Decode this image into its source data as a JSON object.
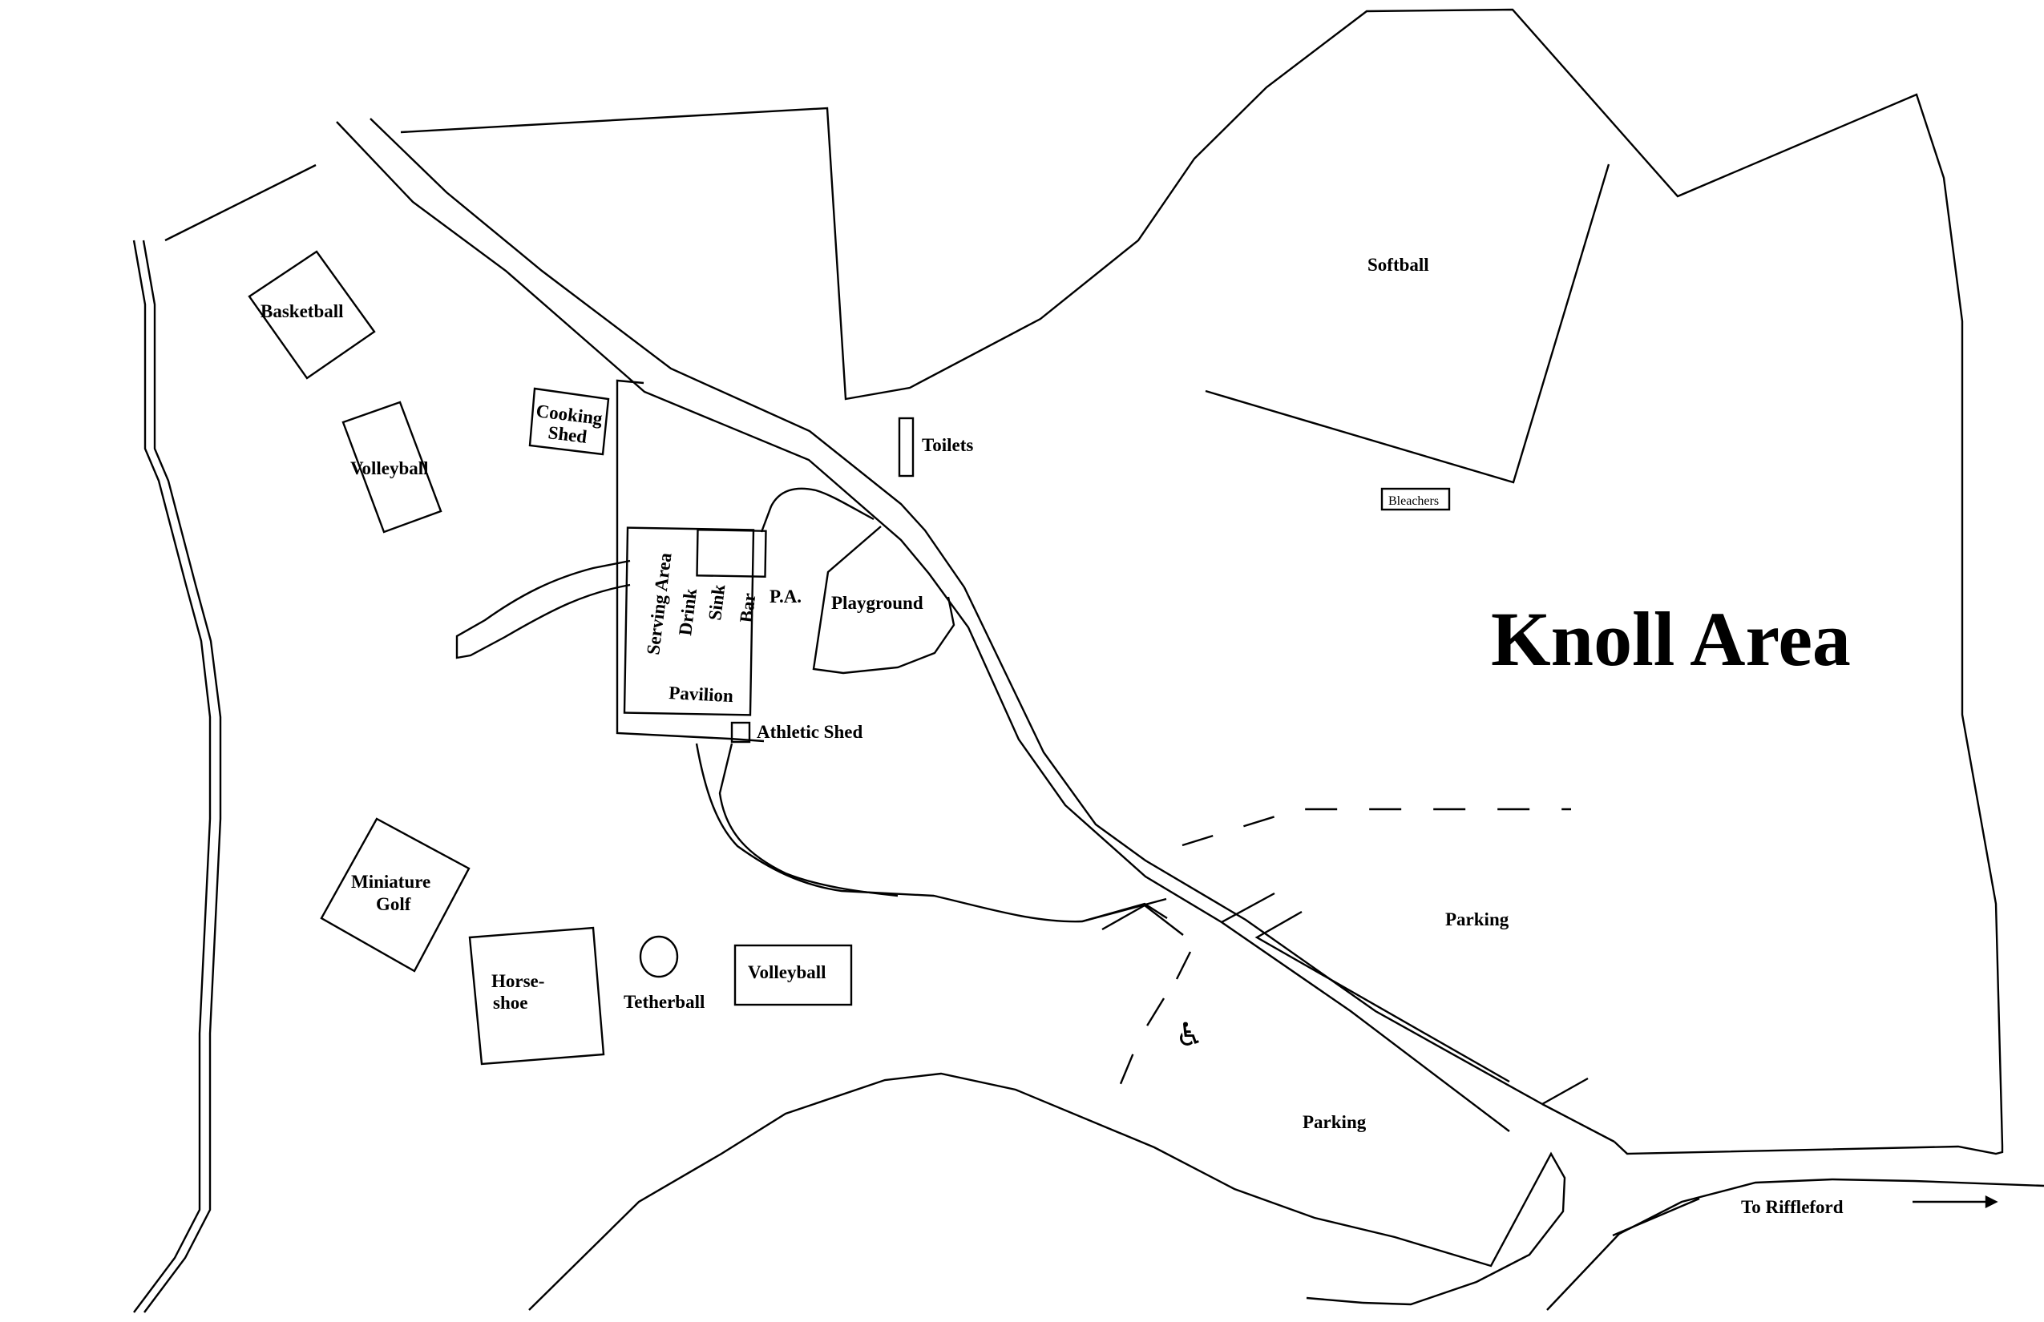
{
  "map": {
    "title": "Knoll Area",
    "labels": {
      "basketball": "Basketball",
      "volleyball_north": "Volleyball",
      "cooking_shed_1": "Cooking",
      "cooking_shed_2": "Shed",
      "toilets": "Toilets",
      "softball": "Softball",
      "bleachers": "Bleachers",
      "serving_area": "Serving Area",
      "drink": "Drink",
      "sink": "Sink",
      "bar": "Bar",
      "pa": "P.A.",
      "playground": "Playground",
      "pavilion": "Pavilion",
      "athletic_shed": "Athletic Shed",
      "miniature_golf_1": "Miniature",
      "miniature_golf_2": "Golf",
      "horseshoe_1": "Horse-",
      "horseshoe_2": "shoe",
      "tetherball": "Tetherball",
      "volleyball_south": "Volleyball",
      "parking_east": "Parking",
      "parking_south": "Parking",
      "to_riffleford": "To Riffleford"
    },
    "icons": {
      "wheelchair": "♿",
      "arrow": "arrow-right"
    },
    "colors": {
      "background": "#ffffff",
      "ink": "#000000"
    }
  }
}
